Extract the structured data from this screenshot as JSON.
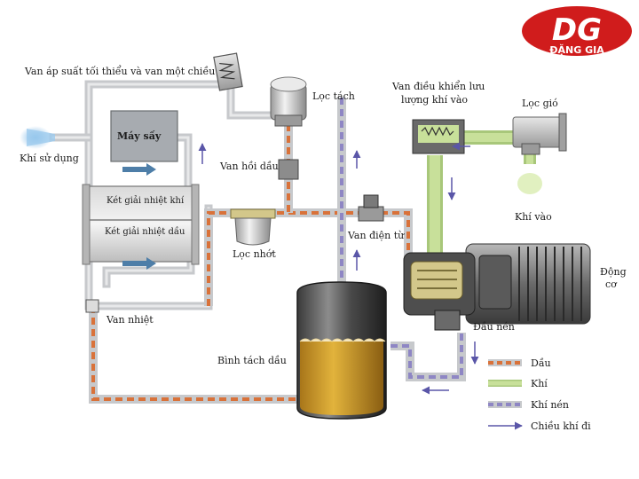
{
  "logo": {
    "text": "DG",
    "subtitle": "ĐẶNG GIA"
  },
  "labels": {
    "min_pressure_valve": "Van áp suất tối thiểu và van một chiều",
    "separator_filter": "Lọc tách",
    "intake_valve_line1": "Van điều khiển lưu",
    "intake_valve_line2": "lượng khí vào",
    "air_filter": "Lọc gió",
    "dryer": "Máy sấy",
    "air_use": "Khí sử dụng",
    "oil_return_valve": "Van hồi dầu",
    "air_cooler": "Két giải nhiệt khí",
    "oil_cooler": "Két giải nhiệt dầu",
    "air_in": "Khí vào",
    "oil_filter": "Lọc nhớt",
    "solenoid_valve": "Van điện từ",
    "motor_line1": "Động",
    "motor_line2": "cơ",
    "thermal_valve": "Van nhiệt",
    "compressor_head": "Đầu nén",
    "oil_separator_tank": "Bình tách dầu"
  },
  "legend": [
    {
      "label": "Dầu",
      "style": "oil",
      "color": "#d9723a"
    },
    {
      "label": "Khí",
      "style": "air",
      "color": "#c8e09a"
    },
    {
      "label": "Khí nén",
      "style": "compressed",
      "color": "#8e86c4"
    },
    {
      "label": "Chiều khí đi",
      "style": "arrow",
      "color": "#5a56a8"
    }
  ],
  "colors": {
    "pipe_grey": "#c7c9cc",
    "oil": "#d9723a",
    "air": "#c8e09a",
    "compressed": "#8e86c4",
    "arrow": "#5a56a8",
    "oil_fill": "#d6a12c",
    "logo_red": "#d01c1c"
  }
}
